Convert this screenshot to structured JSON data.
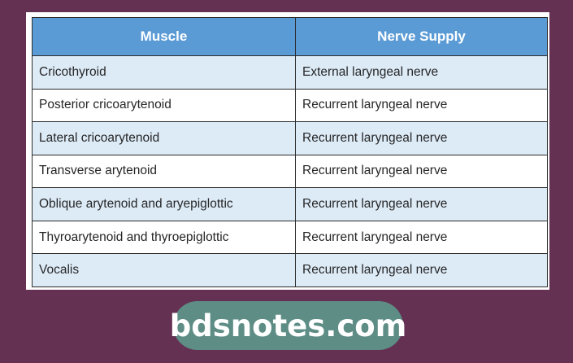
{
  "table": {
    "headers": [
      "Muscle",
      "Nerve Supply"
    ],
    "rows": [
      {
        "muscle": "Cricothyroid",
        "nerve": "External laryngeal nerve"
      },
      {
        "muscle": "Posterior cricoarytenoid",
        "nerve": "Recurrent laryngeal nerve"
      },
      {
        "muscle": "Lateral cricoarytenoid",
        "nerve": "Recurrent laryngeal nerve"
      },
      {
        "muscle": "Transverse arytenoid",
        "nerve": "Recurrent laryngeal nerve"
      },
      {
        "muscle": "Oblique arytenoid and aryepiglottic",
        "nerve": "Recurrent laryngeal nerve"
      },
      {
        "muscle": "Thyroarytenoid and thyroepiglottic",
        "nerve": "Recurrent laryngeal nerve"
      },
      {
        "muscle": "Vocalis",
        "nerve": "Recurrent laryngeal nerve"
      }
    ]
  },
  "watermark": {
    "text": "bdsnotes.com"
  },
  "colors": {
    "background": "#643152",
    "header": "#5B9BD5",
    "row_alt": "#DDEBF7",
    "pill": "#5E8D86"
  }
}
